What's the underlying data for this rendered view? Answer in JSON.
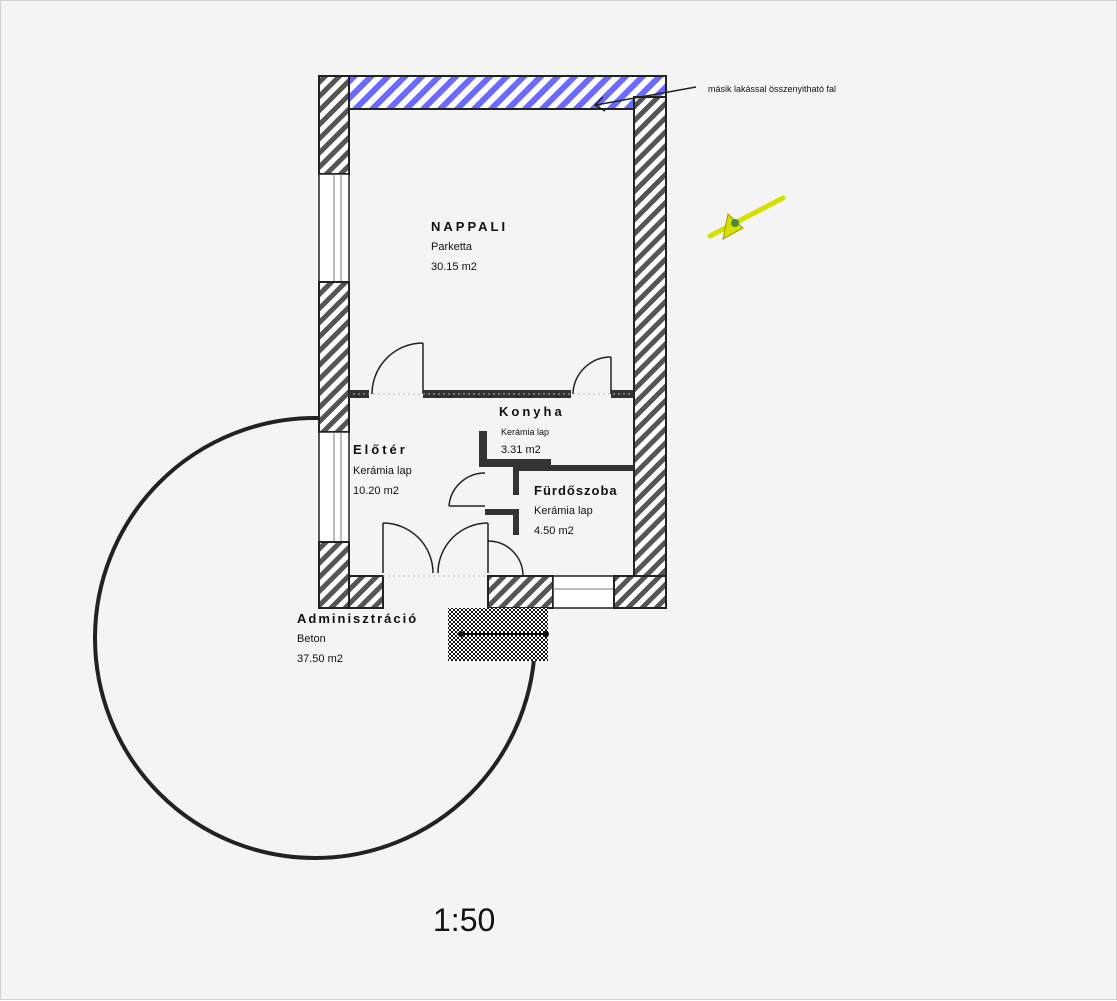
{
  "annotation": "másik lakással összenyitható fal",
  "rooms": {
    "nappali": {
      "name": "NAPPALI",
      "floor": "Parketta",
      "area": "30.15 m2"
    },
    "konyha": {
      "name": "Konyha",
      "floor": "Kerámia lap",
      "area": "3.31 m2"
    },
    "eloter": {
      "name": "Előtér",
      "floor": "Kerámia lap",
      "area": "10.20 m2"
    },
    "furdoszoba": {
      "name": "Fürdőszoba",
      "floor": "Kerámia lap",
      "area": "4.50 m2"
    },
    "adminisztracio": {
      "name": "Adminisztráció",
      "floor": "Beton",
      "area": "37.50 m2"
    }
  },
  "scale": "1:50",
  "colors": {
    "hatch_wall": "#555555",
    "partition_wall": "#6a6aff",
    "north_arrow": "#d6e000",
    "background": "#f4f4f4"
  }
}
